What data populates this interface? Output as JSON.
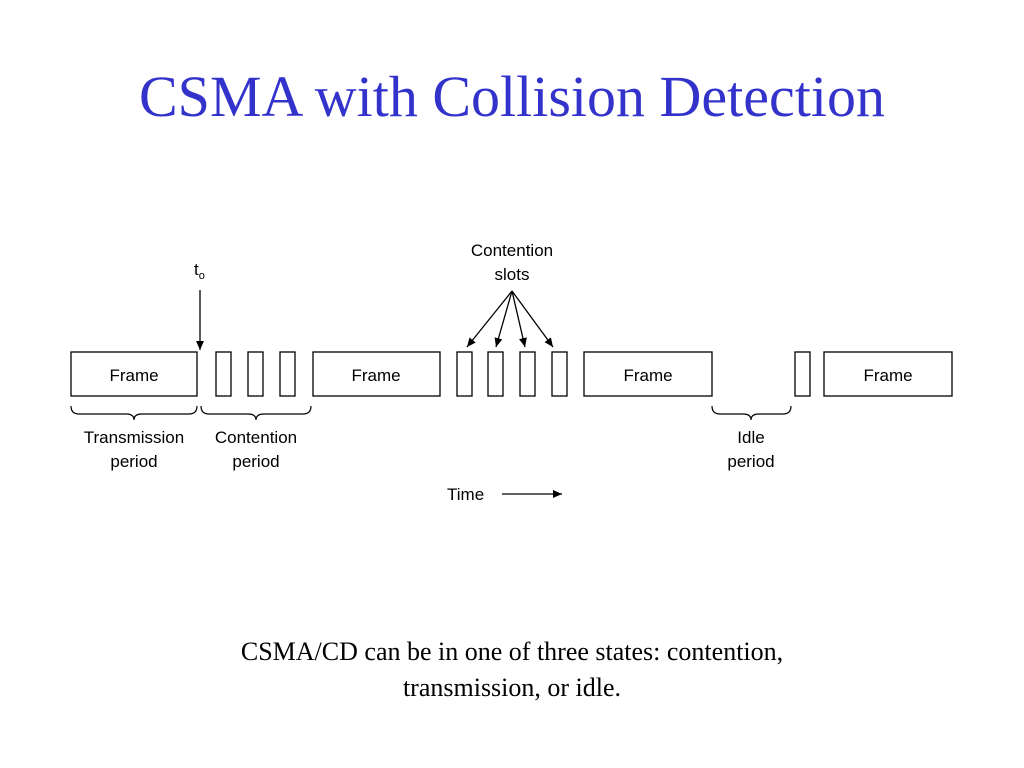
{
  "title": "CSMA with Collision Detection",
  "diagram": {
    "t0": {
      "base": "t",
      "sub": "o"
    },
    "frame_label": "Frame",
    "contention_slots_label": [
      "Contention",
      "slots"
    ],
    "transmission_period_label": [
      "Transmission",
      "period"
    ],
    "contention_period_label": [
      "Contention",
      "period"
    ],
    "idle_period_label": [
      "Idle",
      "period"
    ],
    "time_label": "Time"
  },
  "caption": [
    "CSMA/CD can be in one of three states: contention,",
    "transmission, or idle."
  ]
}
